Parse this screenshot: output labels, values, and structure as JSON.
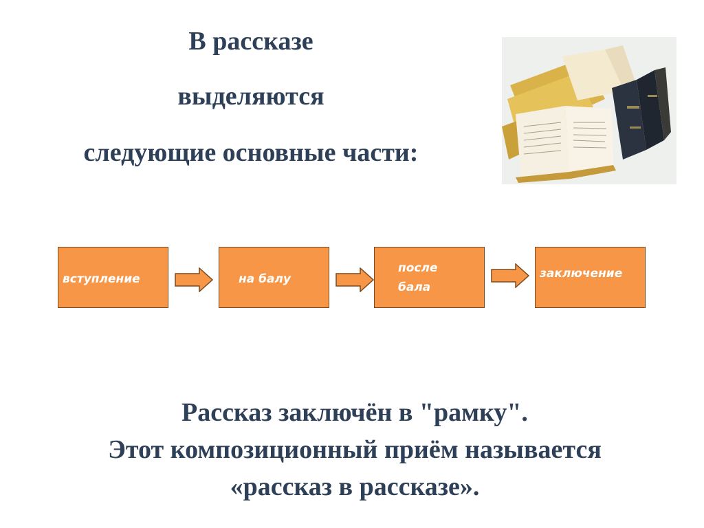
{
  "heading": {
    "line1": "В рассказе",
    "line2": "выделяются",
    "line3": "следующие основные части:"
  },
  "parts": [
    {
      "label": "вступление"
    },
    {
      "label": "на балу"
    },
    {
      "label": "после бала"
    },
    {
      "label": "заключение"
    }
  ],
  "conclusion": {
    "line1": "Рассказ заключён в \"рамку\".",
    "line2": "Этот композиционный приём называется",
    "line3": "«рассказ в рассказе»."
  },
  "colors": {
    "heading_text": "#2e3f58",
    "box_fill": "#f79646",
    "box_border": "#7a4a1e",
    "box_text": "#ffffff"
  }
}
